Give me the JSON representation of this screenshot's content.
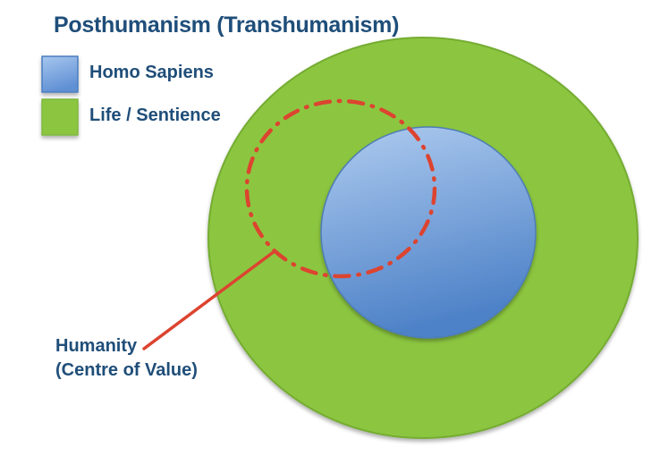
{
  "title": "Posthumanism (Transhumanism)",
  "legend": {
    "items": [
      {
        "label": "Homo Sapiens",
        "swatch": "blue-gradient-square"
      },
      {
        "label": "Life / Sentience",
        "swatch": "green-square"
      }
    ]
  },
  "annotation": {
    "line1": "Humanity",
    "line2": "(Centre of Value)"
  },
  "diagram": {
    "outer_region": "Life / Sentience",
    "inner_region": "Homo Sapiens",
    "dashed_region": "Humanity (Centre of Value)"
  },
  "colors": {
    "heading_text": "#1F4E79",
    "green_fill": "#8CC63F",
    "green_border": "#74AC33",
    "blue_gradient_top": "#AECBEF",
    "blue_gradient_bottom": "#4E82C8",
    "blue_border": "#4E7DB5",
    "red_accent": "#DC4430",
    "legend_blue_top": "#A6C6EE",
    "legend_blue_bottom": "#6090D4",
    "legend_blue_border": "#4B7DBF",
    "legend_green_fill": "#8CC63F",
    "legend_green_border": "#7DB83F"
  }
}
